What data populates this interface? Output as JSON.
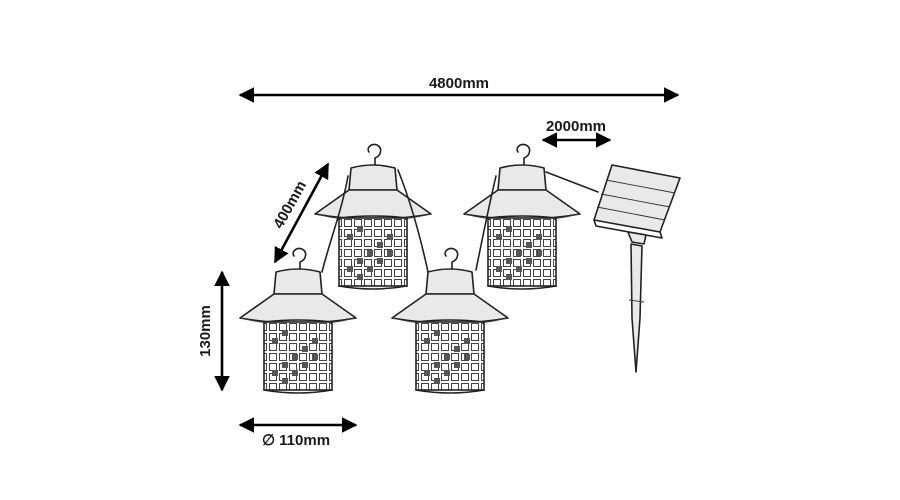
{
  "dimensions": {
    "total_length": "4800mm",
    "panel_cable": "2000mm",
    "lamp_spacing": "400mm",
    "lamp_height": "130mm",
    "lamp_diameter": "∅ 110mm"
  }
}
